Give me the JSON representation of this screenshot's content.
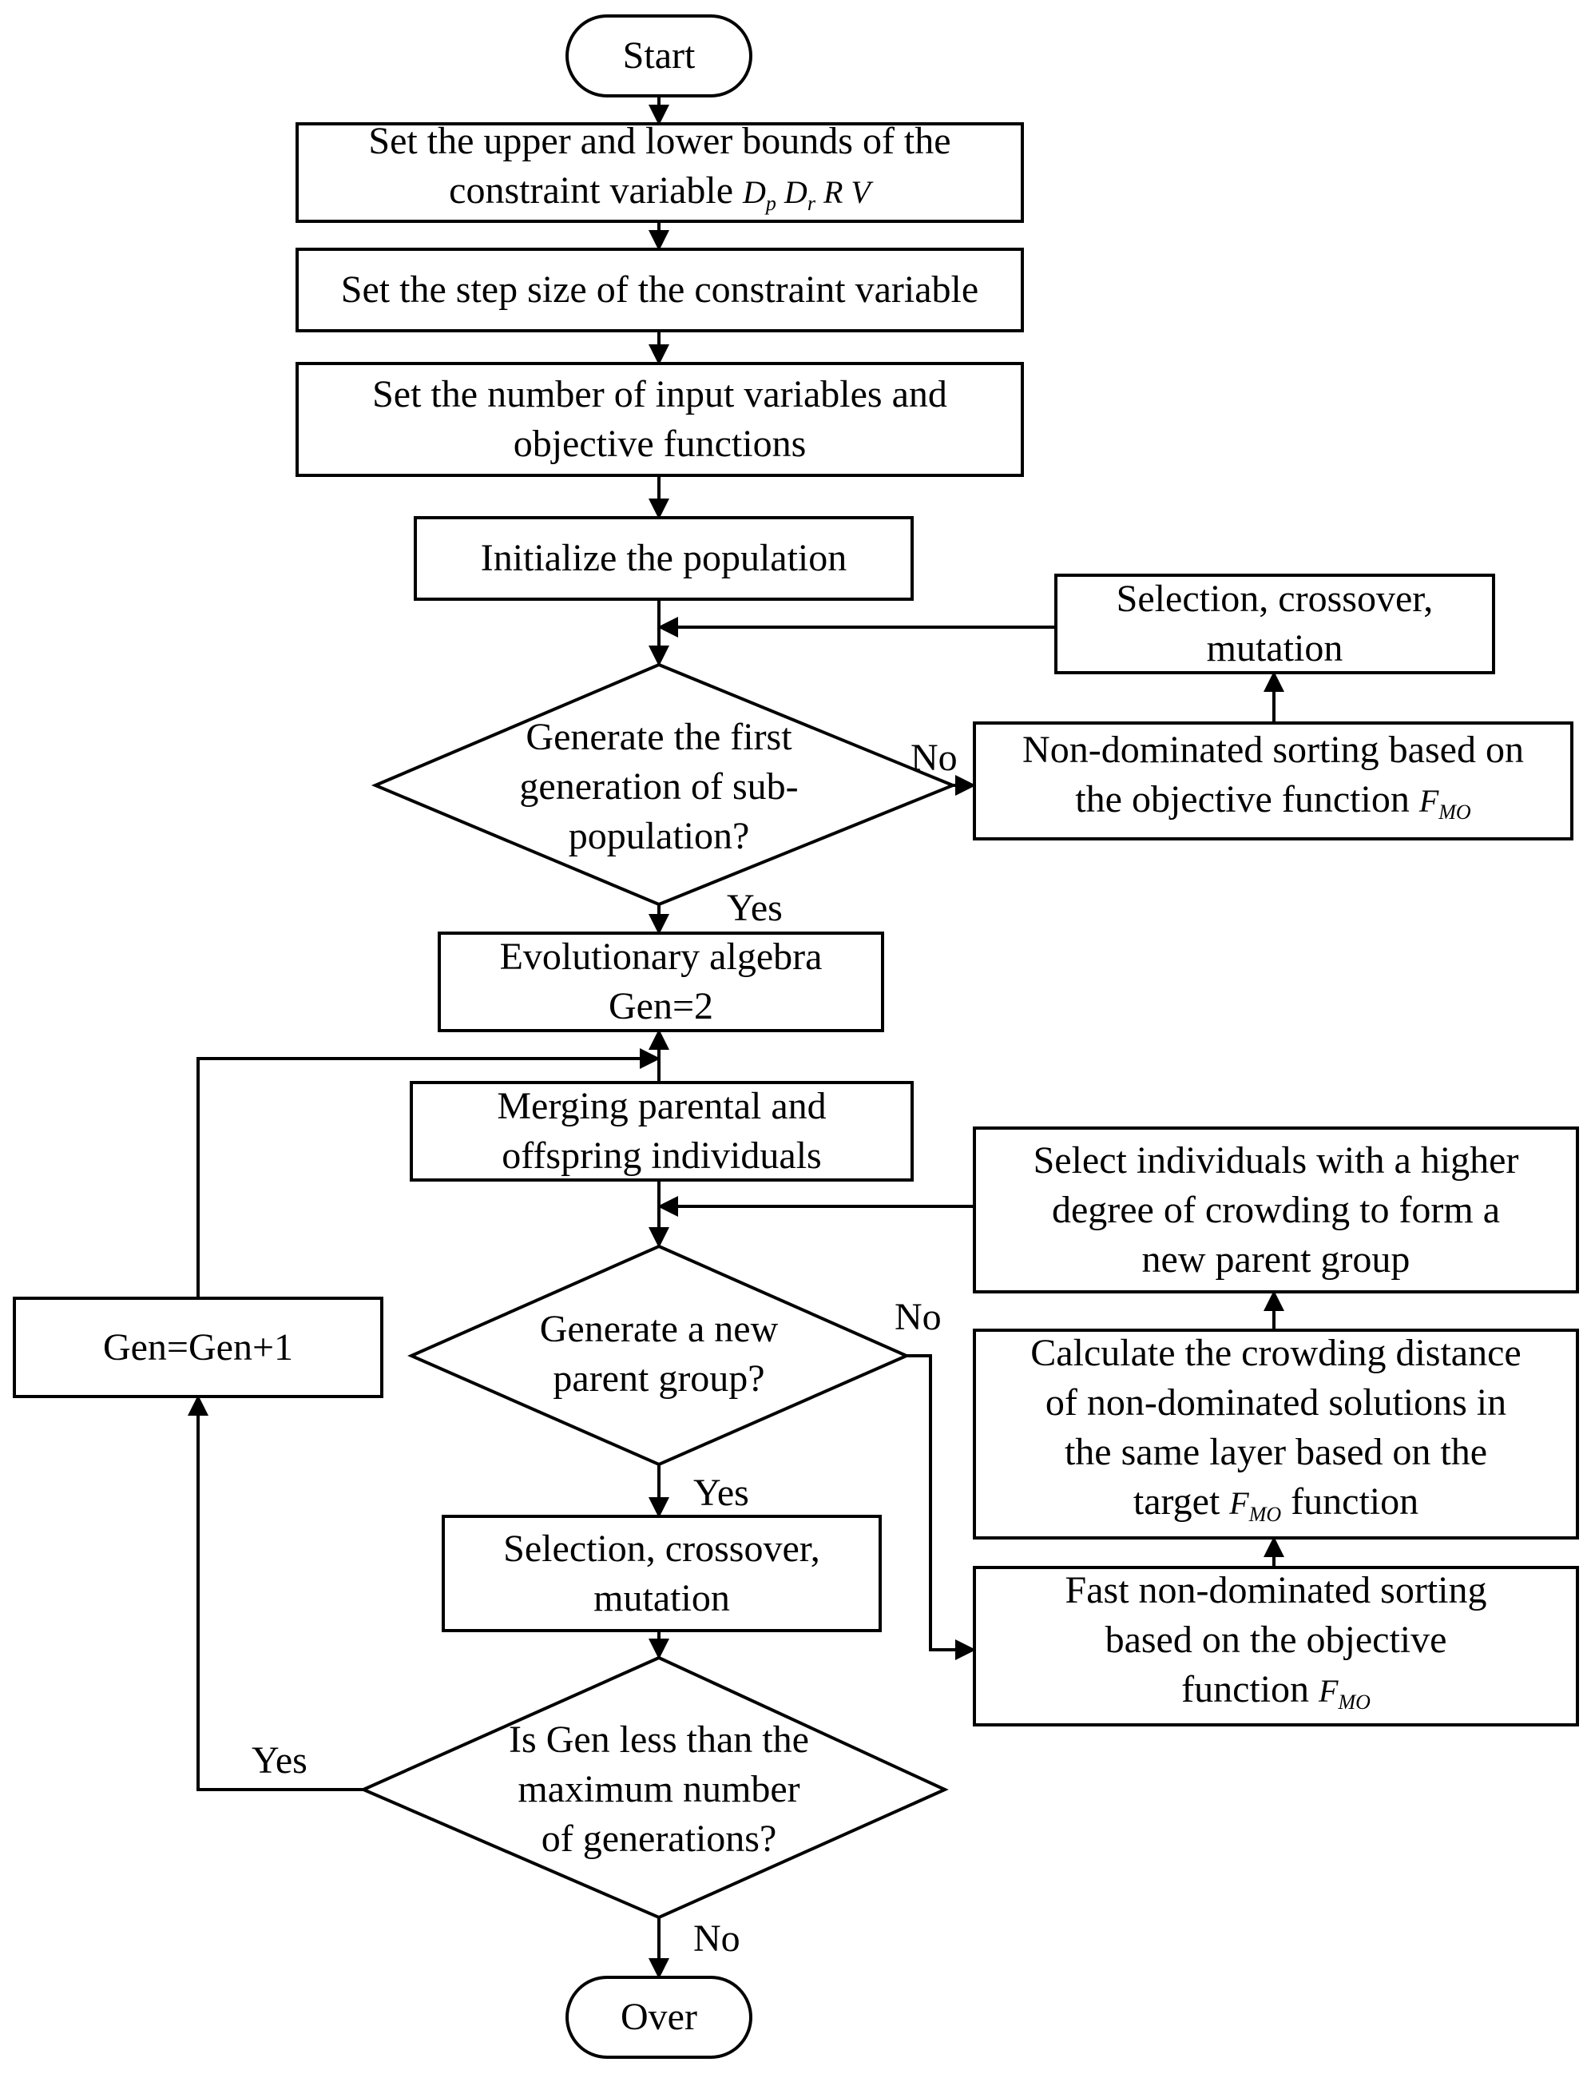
{
  "terminals": {
    "start": "Start",
    "over": "Over"
  },
  "process": {
    "bounds_line1": "Set the upper and lower bounds of the",
    "bounds_line2": "constraint variable",
    "bounds_vars": "D_p D_r R V",
    "step": "Set the step size of the constraint variable",
    "inputs_line1": "Set the number of input variables and",
    "inputs_line2": "objective functions",
    "init": "Initialize the population",
    "sel_top_line1": "Selection, crossover,",
    "sel_top_line2": "mutation",
    "nondom_line1": "Non-dominated sorting based on",
    "nondom_line2": "the objective function",
    "evo_line1": "Evolutionary algebra",
    "evo_line2": "Gen=2",
    "merge_line1": "Merging parental and",
    "merge_line2": "offspring individuals",
    "gen_inc": "Gen=Gen+1",
    "select_ind_line1": "Select individuals with a higher",
    "select_ind_line2": "degree of crowding to form a",
    "select_ind_line3": "new parent group",
    "calc_line1": "Calculate the crowding distance",
    "calc_line2": "of non-dominated solutions in",
    "calc_line3": "the same layer based on the",
    "calc_line4a": "target",
    "calc_line4b": "function",
    "sel_mid_line1": "Selection, crossover,",
    "sel_mid_line2": "mutation",
    "fast_line1": "Fast non-dominated sorting",
    "fast_line2": "based on the objective",
    "fast_line3": "function",
    "fmo": "F_MO"
  },
  "decisions": {
    "first_gen_line1": "Generate the first",
    "first_gen_line2": "generation of sub-",
    "first_gen_line3": "population?",
    "new_parent_line1": "Generate a new",
    "new_parent_line2": "parent group?",
    "max_gen_line1": "Is Gen less than the",
    "max_gen_line2": "maximum number",
    "max_gen_line3": "of generations?"
  },
  "labels": {
    "no_1": "No",
    "yes_1": "Yes",
    "no_2": "No",
    "yes_2": "Yes",
    "yes_3": "Yes",
    "no_3": "No"
  }
}
